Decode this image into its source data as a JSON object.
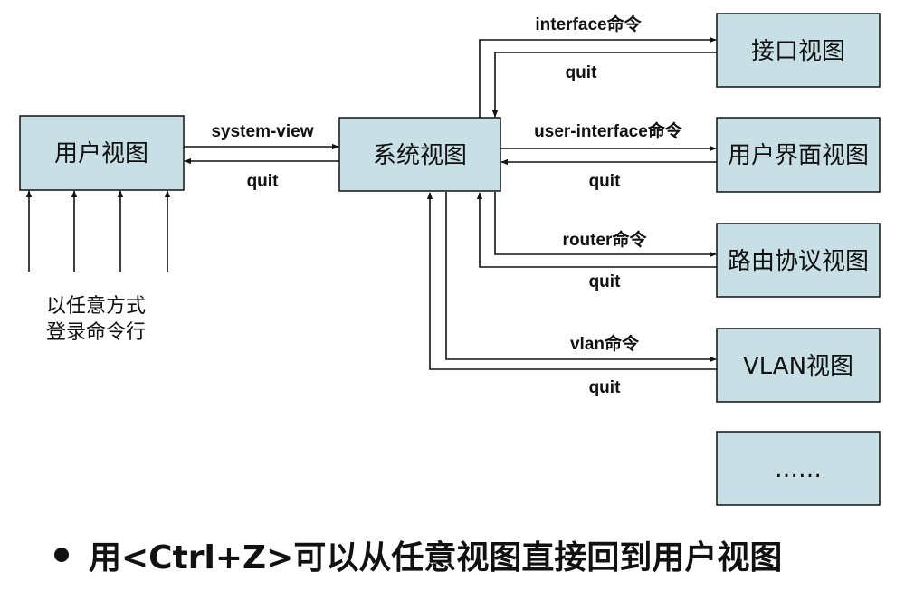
{
  "nodes": {
    "user_view": "用户视图",
    "system_view": "系统视图",
    "interface_view": "接口视图",
    "user_interface_view": "用户界面视图",
    "routing_protocol_view": "路由协议视图",
    "vlan_view": "VLAN视图",
    "more": "……"
  },
  "edges": {
    "system_view_cmd": "system-view",
    "quit": "quit",
    "interface_cmd": "interface命令",
    "user_interface_cmd": "user-interface命令",
    "router_cmd": "router命令",
    "vlan_cmd": "vlan命令"
  },
  "login_note": {
    "line1": "以任意方式",
    "line2": "登录命令行"
  },
  "footer": {
    "bullet": "用<Ctrl+Z>可以从任意视图直接回到用户视图"
  }
}
